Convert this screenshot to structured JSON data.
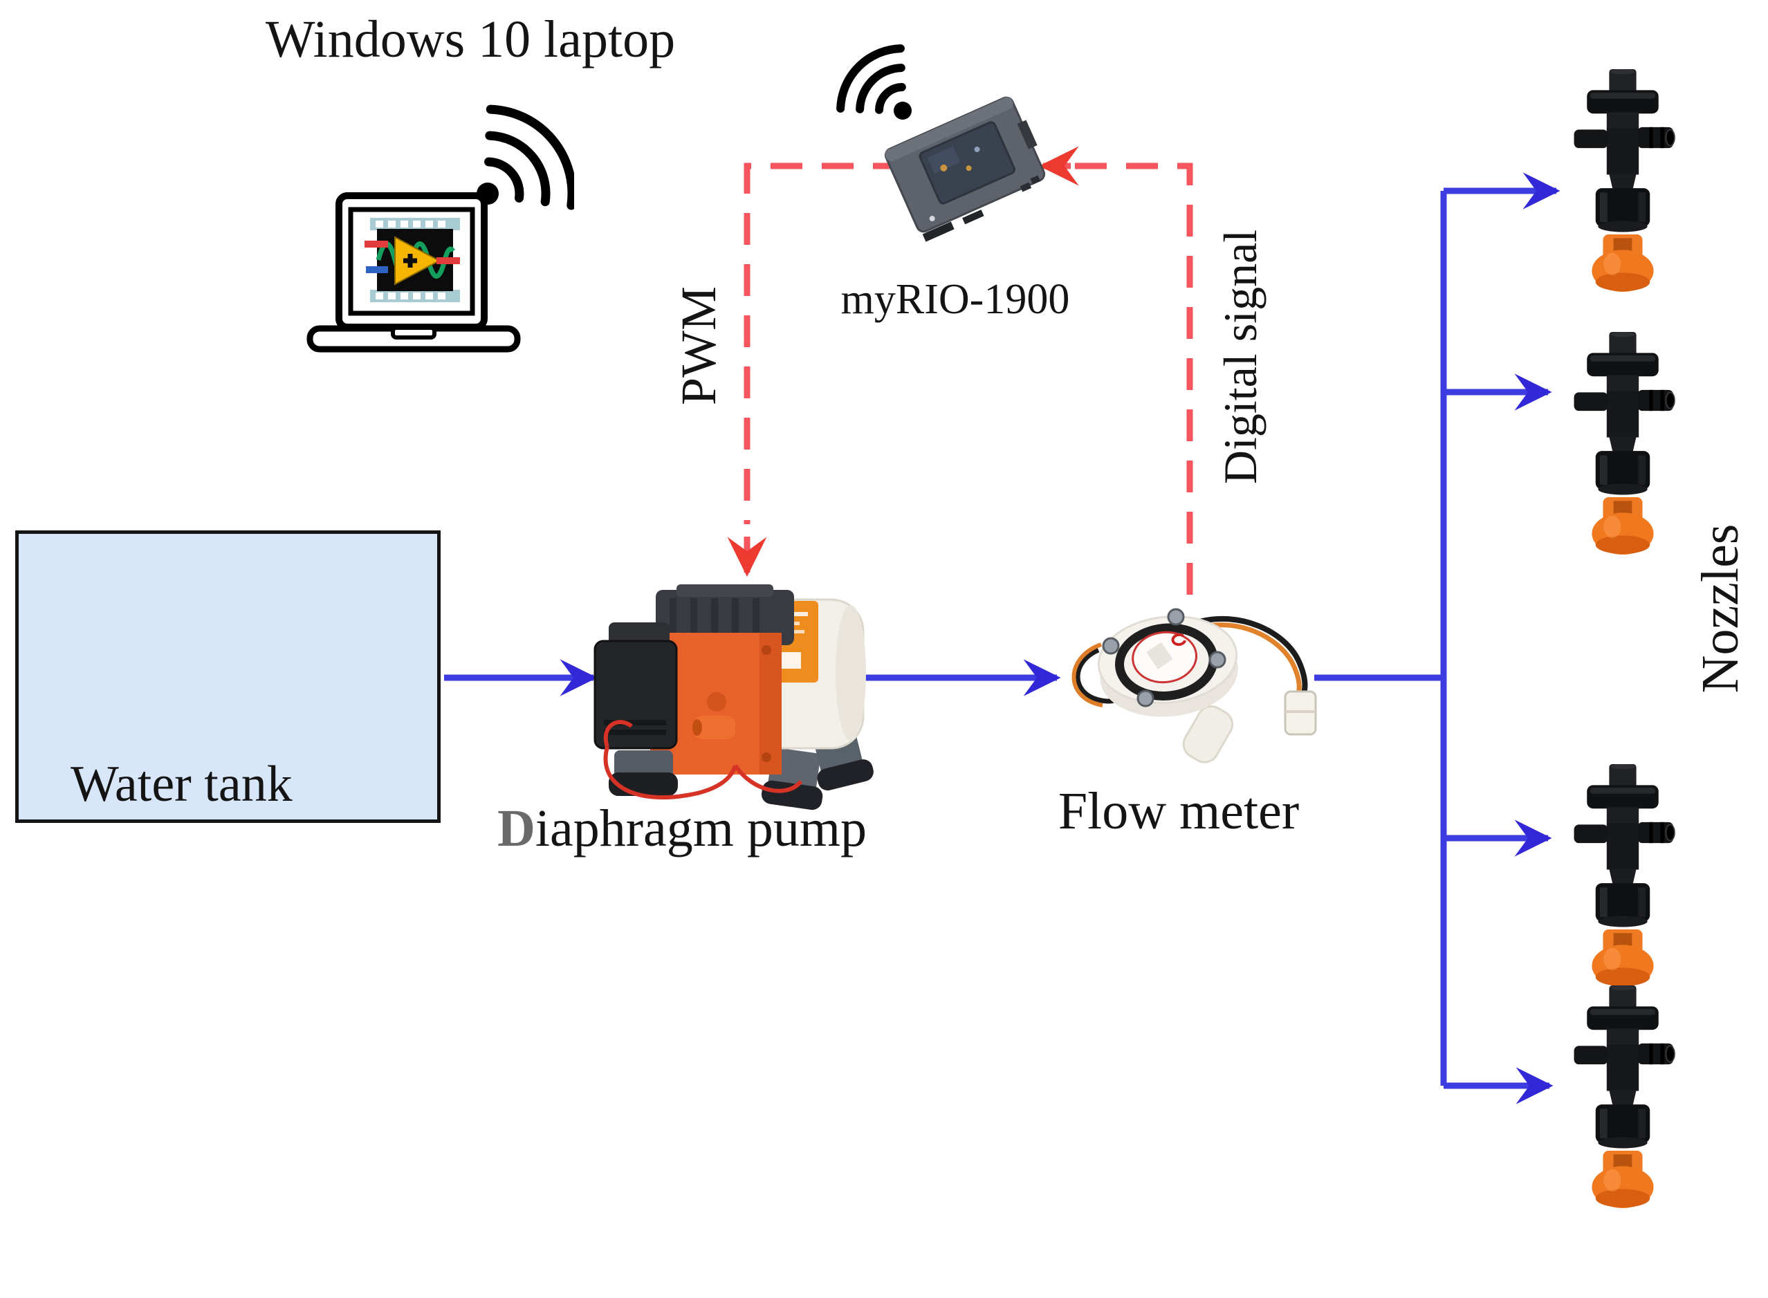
{
  "figure": {
    "type": "system-schematic",
    "labels": {
      "laptop": "Windows 10 laptop",
      "controller": "myRIO-1900",
      "pwm_signal": "PWM",
      "digital_signal": "Digital signal",
      "water_tank": "Water tank",
      "pump": "Diaphragm pump",
      "flow_meter": "Flow meter",
      "nozzles": "Nozzles"
    },
    "nozzle_count": 4,
    "colors": {
      "water_flow_line": "#3c3ce0",
      "water_flow_arrowhead": "#3328d8",
      "signal_line": "#f5555c",
      "signal_arrowhead": "#ec3a31",
      "tank_fill": "#d7e7f9",
      "pump_orange": "#e8612a",
      "nozzle_tip_orange": "#ef7520",
      "text": "#141414"
    },
    "icons": {
      "laptop_wifi": "wifi-icon",
      "controller_wifi": "wifi-icon",
      "laptop_screen_logo": "labview-logo-icon"
    },
    "connections": [
      {
        "from": "Water tank",
        "to": "Diaphragm pump",
        "type": "water-flow"
      },
      {
        "from": "Diaphragm pump",
        "to": "Flow meter",
        "type": "water-flow"
      },
      {
        "from": "Flow meter",
        "to": "Nozzles",
        "type": "water-flow"
      },
      {
        "from": "myRIO-1900",
        "to": "Diaphragm pump",
        "type": "signal",
        "label": "PWM"
      },
      {
        "from": "Flow meter",
        "to": "myRIO-1900",
        "type": "signal",
        "label": "Digital signal"
      },
      {
        "from": "Windows 10 laptop",
        "to": "myRIO-1900",
        "type": "wireless"
      }
    ]
  }
}
